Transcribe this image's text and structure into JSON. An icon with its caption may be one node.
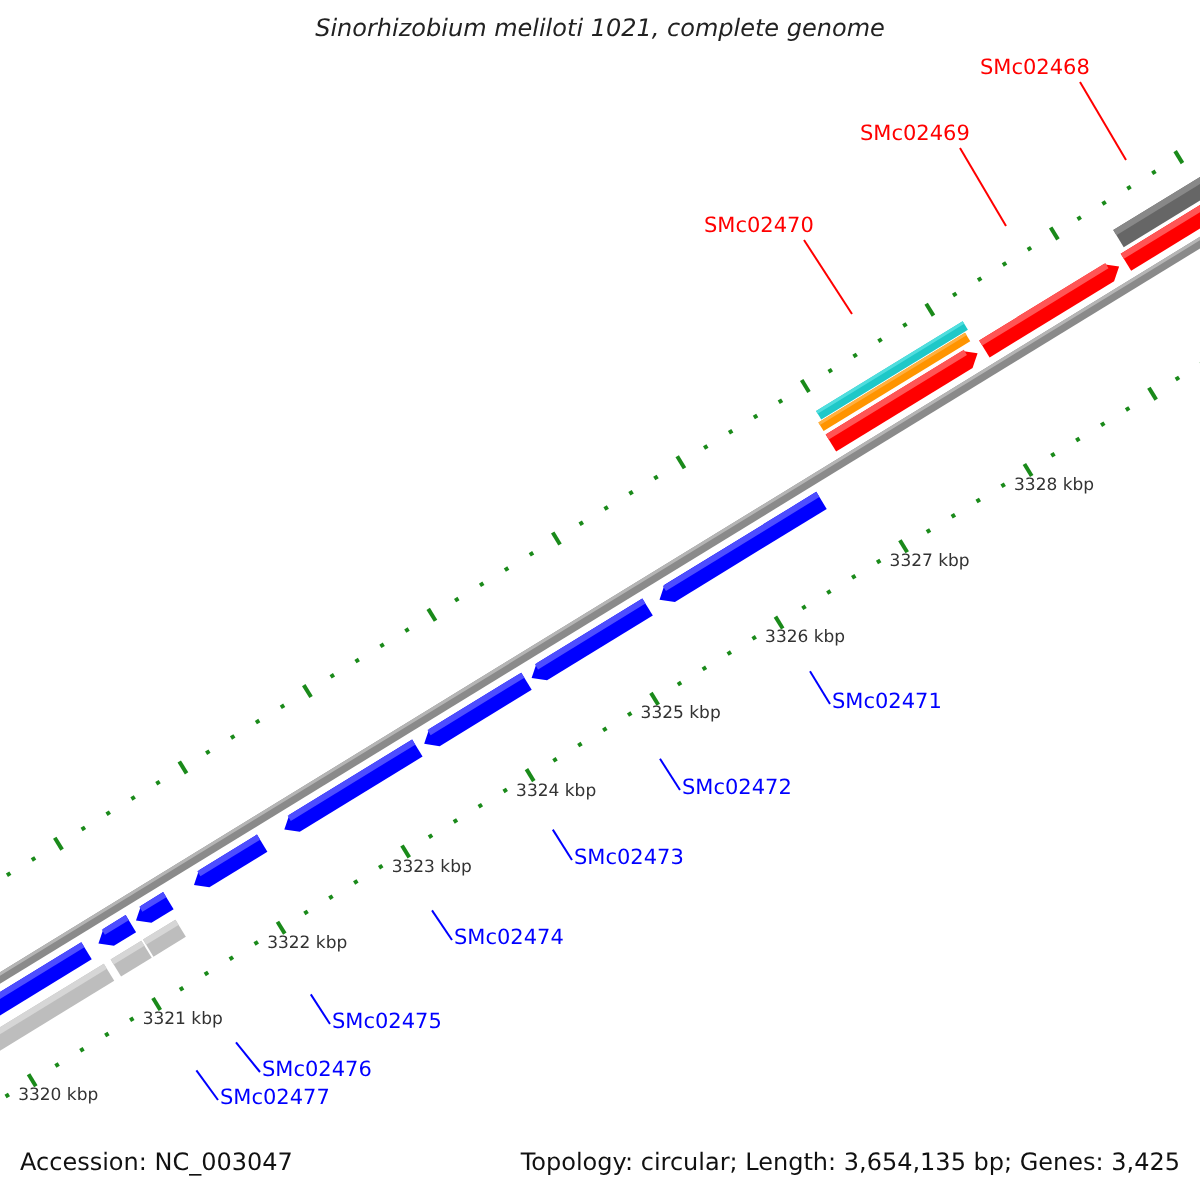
{
  "diagram": {
    "title": "Sinorhizobium meliloti 1021, complete genome",
    "nodes": [
      {
        "text": [
          "SMc02468"
        ]
      },
      {
        "text": [
          "SMc02469"
        ]
      },
      {
        "text": [
          "SMc02470"
        ]
      },
      {
        "text": [
          "SMc02471"
        ]
      },
      {
        "text": [
          "SMc02472"
        ]
      },
      {
        "text": [
          "SMc02473"
        ]
      },
      {
        "text": [
          "SMc02474"
        ]
      },
      {
        "text": [
          "SMc02475"
        ]
      },
      {
        "text": [
          "SMc02476"
        ]
      },
      {
        "text": [
          "SMc02477"
        ]
      }
    ],
    "edges": [
      {
        "from": 0,
        "to": null,
        "arrow": "none",
        "color": "#ff0000"
      },
      {
        "from": 1,
        "to": null,
        "arrow": "none",
        "color": "#ff0000"
      },
      {
        "from": 2,
        "to": null,
        "arrow": "none",
        "color": "#ff0000"
      },
      {
        "from": 3,
        "to": null,
        "arrow": "none"
      },
      {
        "from": 4,
        "to": null,
        "arrow": "none"
      },
      {
        "from": 5,
        "to": null,
        "arrow": "none"
      },
      {
        "from": 6,
        "to": null,
        "arrow": "none"
      },
      {
        "from": 7,
        "to": null,
        "arrow": "none"
      },
      {
        "from": 8,
        "to": null,
        "arrow": "none"
      },
      {
        "from": 9,
        "to": null,
        "arrow": "none"
      }
    ],
    "labels": [
      "3320 kbp",
      "3321 kbp",
      "3322 kbp",
      "3323 kbp",
      "3324 kbp",
      "3325 kbp",
      "3326 kbp",
      "3327 kbp",
      "3328 kbp",
      "Accession: NC_003047",
      "Topology: circular; Length: 3,654,135 bp; Genes: 3,425"
    ]
  }
}
